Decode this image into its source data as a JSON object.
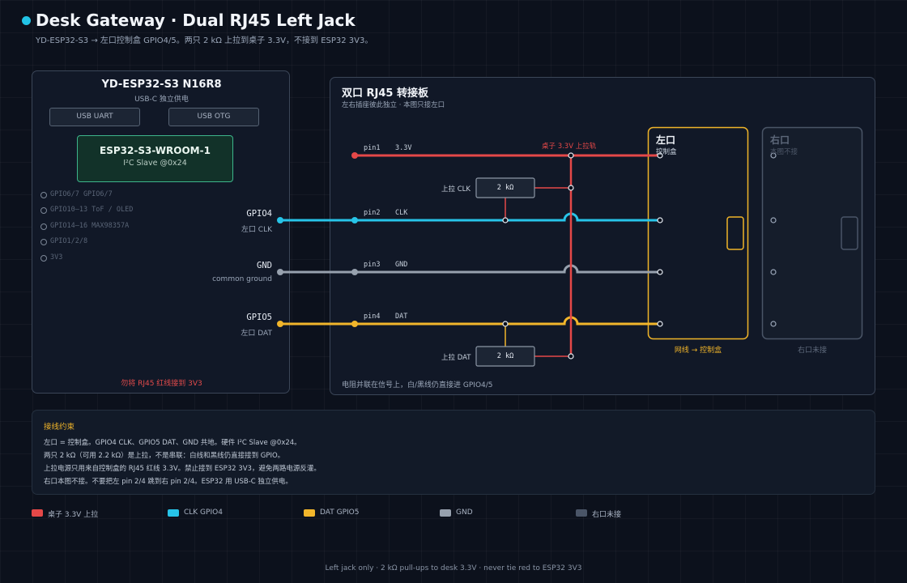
{
  "header": {
    "title": "Desk Gateway · Dual RJ45 Left Jack",
    "subtitle": "YD-ESP32-S3 → 左口控制盒 GPIO4/5。两只 2 kΩ 上拉到桌子 3.3V，不接到 ESP32 3V3。"
  },
  "esp": {
    "title": "YD-ESP32-S3  N16R8",
    "subtitle": "USB-C 独立供电",
    "usb_uart": "USB UART",
    "usb_otg": "USB OTG",
    "module_name": "ESP32-S3-WROOM-1",
    "module_sub": "I²C Slave @0x24",
    "pin_list": [
      "GPIO6/7     GPIO6/7",
      "GPIO10–13  ToF / OLED",
      "GPIO14–16  MAX98357A",
      "GPIO1/2/8",
      "3V3"
    ],
    "gpio4": "GPIO4",
    "gpio4_sub": "左口 CLK",
    "gnd": "GND",
    "gnd_sub": "common ground",
    "gpio5": "GPIO5",
    "gpio5_sub": "左口 DAT",
    "warning": "勿将 RJ45 红线接到 3V3"
  },
  "board": {
    "title": "双口 RJ45 转接板",
    "subtitle": "左右插座彼此独立 · 本图只接左口",
    "pin1": "pin1",
    "pin1_sig": "3.3V",
    "pin2": "pin2",
    "pin2_sig": "CLK",
    "pin3": "pin3",
    "pin3_sig": "GND",
    "pin4": "pin4",
    "pin4_sig": "DAT",
    "rail_label": "桌子 3.3V 上拉轨",
    "pullup_clk": "上拉 CLK",
    "pullup_dat": "上拉 DAT",
    "resistor_value": "2 kΩ",
    "left_jack": "左口",
    "left_jack_sub": "控制盒",
    "left_caption": "网线 → 控制盒",
    "right_jack": "右口",
    "right_jack_sub": "本图不接",
    "right_caption": "右口未接",
    "footer": "电阻并联在信号上，白/黑线仍直接进 GPIO4/5"
  },
  "notes": {
    "heading": "接线约束",
    "lines": [
      "左口 = 控制盒。GPIO4 CLK、GPIO5 DAT、GND 共地。硬件 I²C Slave @0x24。",
      "两只 2 kΩ（可用 2.2 kΩ）是上拉，不是串联：白线和黑线仍直接接到 GPIO。",
      "上拉电源只用来自控制盒的 RJ45 红线 3.3V。禁止接到 ESP32 3V3，避免两路电源反灌。",
      "右口本图不接。不要把左 pin 2/4 跳到右 pin 2/4。ESP32 用 USB-C 独立供电。"
    ]
  },
  "legend": [
    {
      "label": "桌子 3.3V 上拉",
      "color": "#e54848"
    },
    {
      "label": "CLK GPIO4",
      "color": "#27c4e8"
    },
    {
      "label": "DAT GPIO5",
      "color": "#f2b62b"
    },
    {
      "label": "GND",
      "color": "#97a1ae"
    },
    {
      "label": "右口未接",
      "color": "#4a5567"
    }
  ],
  "colors": {
    "red": "#e54848",
    "clk": "#27c4e8",
    "dat": "#f2b62b",
    "gnd": "#97a1ae",
    "jack": "#f0b429",
    "module": "#3db58b"
  },
  "footer": "Left jack only · 2 kΩ pull-ups to desk 3.3V · never tie red to ESP32 3V3"
}
